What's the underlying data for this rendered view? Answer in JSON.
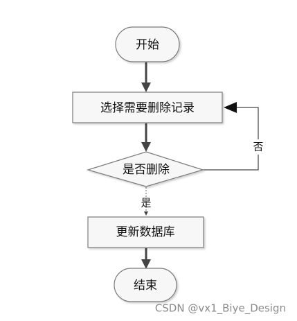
{
  "flowchart": {
    "start_label": "开始",
    "select_label": "选择需要删除记录",
    "decision_label": "是否删除",
    "update_label": "更新数据库",
    "end_label": "结束",
    "yes_label": "是",
    "no_label": "否"
  },
  "watermark": {
    "text": "CSDN @vx1_Biye_Design"
  },
  "colors": {
    "box_fill": "#f7f7f7",
    "box_border": "#7a7a7a",
    "arrow": "#444444",
    "text": "#111111",
    "watermark": "#8a8a8a"
  }
}
